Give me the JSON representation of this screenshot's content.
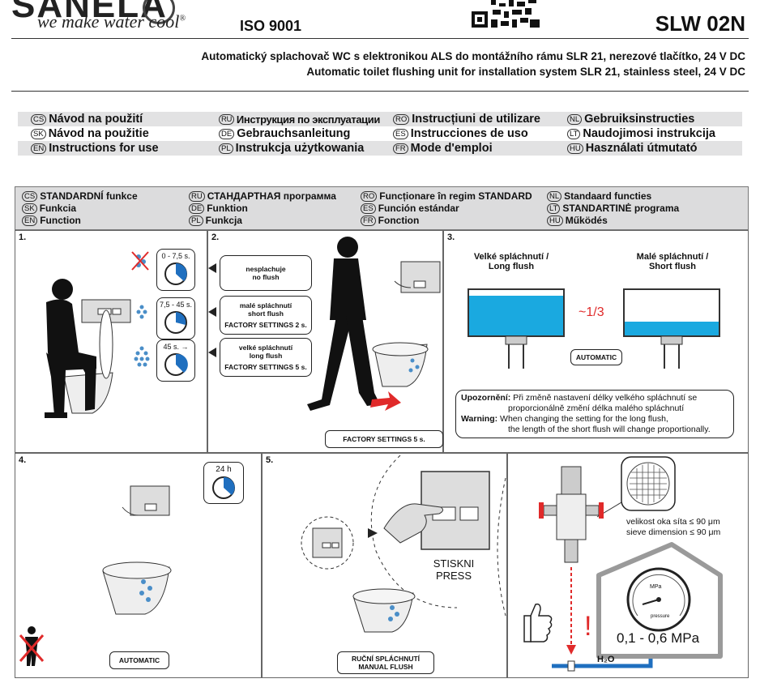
{
  "header": {
    "brand": "SANELA",
    "slogan": "we make water cool",
    "slogan_mark": "®",
    "iso": "ISO 9001",
    "model": "SLW 02N",
    "desc_cz": "Automatický splachovač WC s elektronikou ALS do montážního rámu SLR 21, nerezové tlačítko, 24 V DC",
    "desc_en": "Automatic toilet flushing unit for installation system SLR 21, stainless steel, 24 V DC"
  },
  "languages": [
    [
      {
        "code": "CS",
        "label": "Návod na použití"
      },
      {
        "code": "RU",
        "label": "Инструкция по эксплуатации"
      },
      {
        "code": "RO",
        "label": "Instrucțiuni de utilizare"
      },
      {
        "code": "NL",
        "label": "Gebruiksinstructies"
      }
    ],
    [
      {
        "code": "SK",
        "label": "Návod na použitie"
      },
      {
        "code": "DE",
        "label": "Gebrauchsanleitung"
      },
      {
        "code": "ES",
        "label": "Instrucciones de uso"
      },
      {
        "code": "LT",
        "label": "Naudojimosi instrukcija"
      }
    ],
    [
      {
        "code": "EN",
        "label": "Instructions for use"
      },
      {
        "code": "PL",
        "label": "Instrukcja użytkowania"
      },
      {
        "code": "FR",
        "label": "Mode d'emploi"
      },
      {
        "code": "HU",
        "label": "Használati útmutató"
      }
    ]
  ],
  "functions": [
    [
      {
        "code": "CS",
        "label": "STANDARDNÍ funkce"
      },
      {
        "code": "SK",
        "label": "Funkcia"
      },
      {
        "code": "EN",
        "label": "Function"
      }
    ],
    [
      {
        "code": "RU",
        "label": "СТАНДАРТНАЯ программа"
      },
      {
        "code": "DE",
        "label": "Funktion"
      },
      {
        "code": "PL",
        "label": "Funkcja"
      }
    ],
    [
      {
        "code": "RO",
        "label": "Funcționare în regim STANDARD"
      },
      {
        "code": "ES",
        "label": "Función estándar"
      },
      {
        "code": "FR",
        "label": "Fonction"
      }
    ],
    [
      {
        "code": "NL",
        "label": "Standaard functies"
      },
      {
        "code": "LT",
        "label": "STANDARTINĖ programa"
      },
      {
        "code": "HU",
        "label": "Működés"
      }
    ]
  ],
  "panel1": {
    "num": "1.",
    "t1": "0 - 7,5 s.",
    "t2": "7,5 - 45 s.",
    "t3": "45 s. →"
  },
  "panel2": {
    "num": "2.",
    "box1": "nesplachuje",
    "box1b": "no flush",
    "box2": "malé spláchnutí",
    "box2b": "short flush",
    "box2c": "FACTORY SETTINGS 2 s.",
    "box3": "velké spláchnutí",
    "box3b": "long flush",
    "box3c": "FACTORY SETTINGS 5 s.",
    "factory": "FACTORY SETTINGS 5 s."
  },
  "panel3": {
    "num": "3.",
    "long1": "Velké spláchnutí /",
    "long2": "Long flush",
    "short1": "Malé spláchnutí /",
    "short2": "Short flush",
    "ratio": "~1/3",
    "automatic": "AUTOMATIC",
    "warn_cz_label": "Upozornění:",
    "warn_cz1": "Při změně nastavení délky velkého spláchnutí se",
    "warn_cz2": "proporcionálně změní délka malého spláchnutí",
    "warn_en_label": "Warning:",
    "warn_en1": "When changing the setting for the long flush,",
    "warn_en2": "the length of the short flush will change proportionally."
  },
  "panel4": {
    "num": "4.",
    "timer": "24 h",
    "automatic": "AUTOMATIC"
  },
  "panel5": {
    "num": "5.",
    "press1": "STISKNI",
    "press2": "PRESS",
    "manual1": "RUČNÍ SPLÁCHNUTÍ",
    "manual2": "MANUAL FLUSH"
  },
  "panel6": {
    "sieve1": "velikost oka síta ≤ 90 μm",
    "sieve2": "sieve dimension ≤ 90 μm",
    "pressure": "0,1 - 0,6 MPa",
    "gauge_unit": "MPa",
    "gauge_label": "pressure",
    "water": "H₂O",
    "exclaim": "!"
  },
  "colors": {
    "water": "#1aa9e0",
    "drop": "#4a8ec8",
    "red": "#e02a2a",
    "gray": "#dcdcdd"
  }
}
